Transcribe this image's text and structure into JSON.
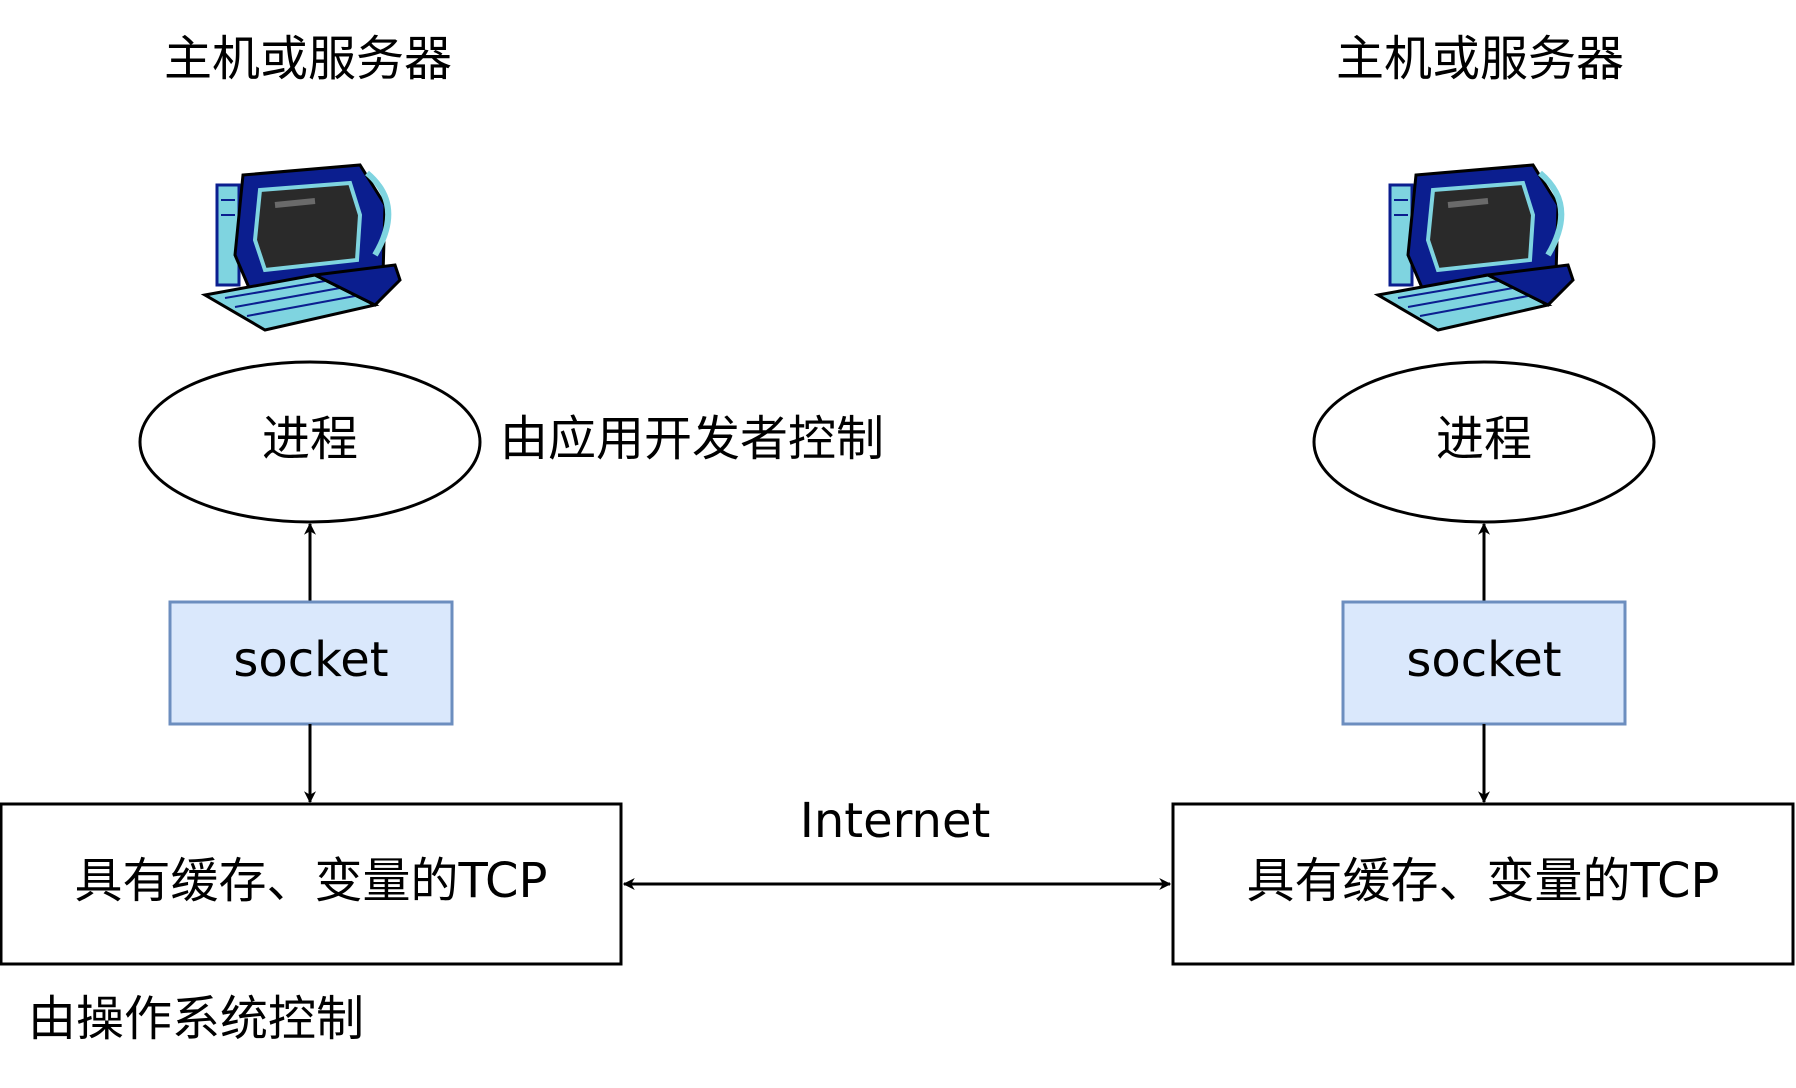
{
  "hosts": [
    {
      "title": "主机或服务器",
      "process": "进程",
      "socket": "socket",
      "tcp": "具有缓存、变量的TCP"
    },
    {
      "title": "主机或服务器",
      "process": "进程",
      "socket": "socket",
      "tcp": "具有缓存、变量的TCP"
    }
  ],
  "annotations": {
    "app_control": "由应用开发者控制",
    "os_control": "由操作系统控制"
  },
  "link": {
    "label": "Internet"
  },
  "colors": {
    "socket_fill": "#dae8fc",
    "socket_stroke": "#6c8ebf",
    "monitor_body": "#0b1e8f",
    "monitor_accent": "#7fd4e0",
    "line": "#000000"
  },
  "icons": [
    "computer-icon",
    "computer-icon"
  ]
}
